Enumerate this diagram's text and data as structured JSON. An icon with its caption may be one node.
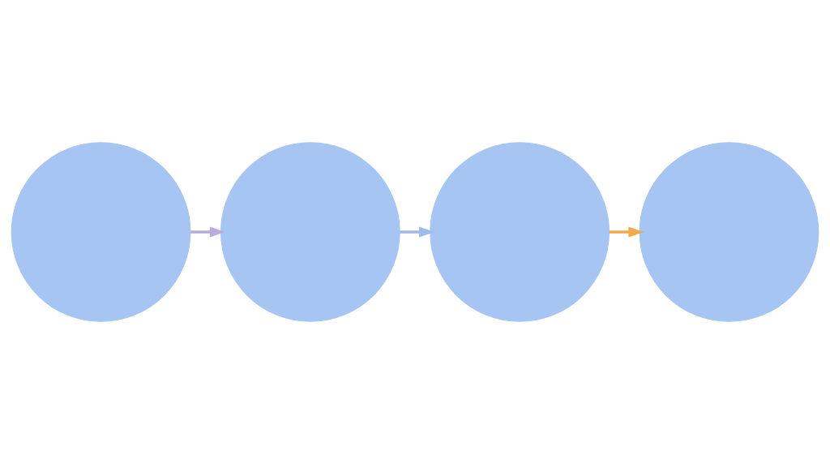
{
  "diagram": {
    "nodes": [
      {
        "text": [],
        "shape": "circle"
      },
      {
        "text": [],
        "shape": "circle"
      },
      {
        "text": [],
        "shape": "circle"
      },
      {
        "text": [],
        "shape": "circle"
      }
    ],
    "edges": [
      {
        "from": 0,
        "to": 1,
        "arrow": "to",
        "color": "#b8acdc"
      },
      {
        "from": 1,
        "to": 2,
        "arrow": "to",
        "color": "#9fbbe9"
      },
      {
        "from": 2,
        "to": 3,
        "arrow": "to",
        "color": "#f0aa4c"
      }
    ]
  }
}
